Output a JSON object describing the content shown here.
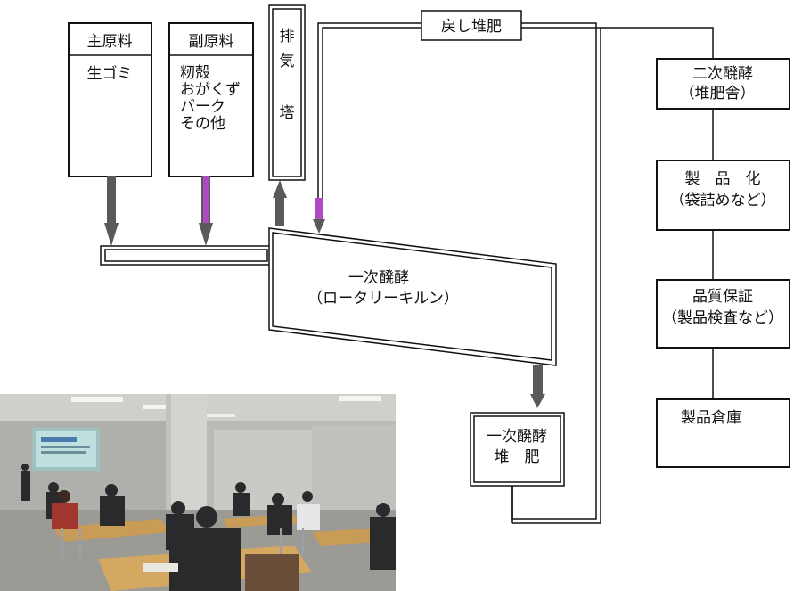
{
  "raw_main": {
    "header": "主原料",
    "item": "生ゴミ"
  },
  "raw_sub": {
    "header": "副原料",
    "items": [
      "籾殻",
      "おがくず",
      "バーク",
      "その他"
    ]
  },
  "exhaust_tower": {
    "chars": [
      "排",
      "気",
      "塔"
    ]
  },
  "return_compost": {
    "label": "戻し堆肥"
  },
  "kiln": {
    "line1": "一次醗酵",
    "line2": "（ロータリーキルン）"
  },
  "primary_compost": {
    "line1": "一次醗酵",
    "line2": "堆　肥"
  },
  "chain": [
    {
      "line1": "二次醗酵",
      "line2": "（堆肥舎）"
    },
    {
      "line1": "製　品　化",
      "line2": "（袋詰めなど）"
    },
    {
      "line1": "品質保証",
      "line2": "（製品検査など）"
    },
    {
      "line1": "製品倉庫",
      "line2": ""
    }
  ],
  "colors": {
    "arrow_gray": "#5a5a5a",
    "arrow_purple": "#b04ac0"
  },
  "photo": {
    "description_icon": "meeting-room-photo"
  }
}
